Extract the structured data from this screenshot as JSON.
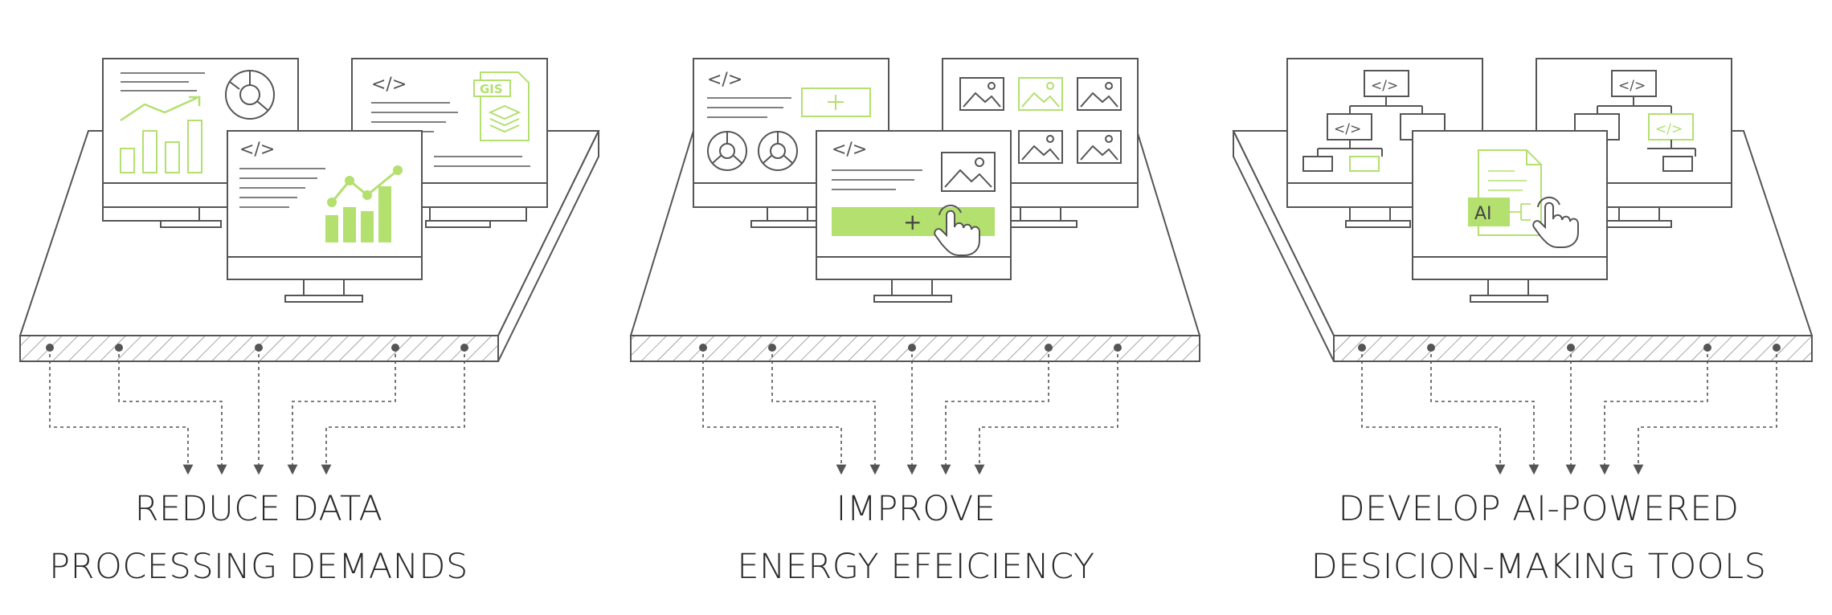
{
  "colors": {
    "stroke": "#555555",
    "accent": "#b3e06f",
    "text": "#2a2a2a",
    "background": "#ffffff"
  },
  "icons": [
    "chart-icon",
    "donut-icon",
    "code-icon",
    "gis-file-icon",
    "image-icon",
    "plus-icon",
    "hand-cursor-icon",
    "tree-diagram-icon",
    "ai-document-icon"
  ],
  "panels": [
    {
      "id": "reduce",
      "caption_line1": "REDUCE DATA",
      "caption_line2": "PROCESSING DEMANDS",
      "code_tag": "</>",
      "file_badge": "GIS"
    },
    {
      "id": "energy",
      "caption_line1": "IMPROVE",
      "caption_line2": "ENERGY EFEICIENCY",
      "code_tag": "</>",
      "plus_label": "+"
    },
    {
      "id": "ai",
      "caption_line1": "DEVELOP AI-POWERED",
      "caption_line2": "DESICION-MAKING TOOLS",
      "code_tag": "</>",
      "ai_badge": "AI"
    }
  ]
}
